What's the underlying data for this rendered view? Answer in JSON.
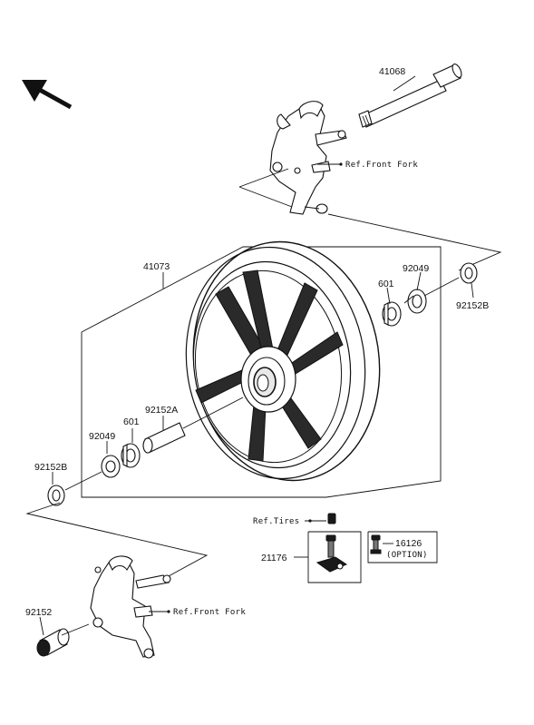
{
  "labels": {
    "axle": "41068",
    "wheel": "41073",
    "bearing_right": "601",
    "seal_right": "92049",
    "collar_right": "92152B",
    "spacer": "92152A",
    "bearing_left": "601",
    "seal_left": "92049",
    "collar_left": "92152B",
    "collar_lower": "92152",
    "valve": "21176",
    "valve_option": "16126",
    "option": "(OPTION)"
  },
  "refs": {
    "front_fork_upper": "Ref.Front Fork",
    "front_fork_lower": "Ref.Front Fork",
    "tires": "Ref.Tires"
  }
}
